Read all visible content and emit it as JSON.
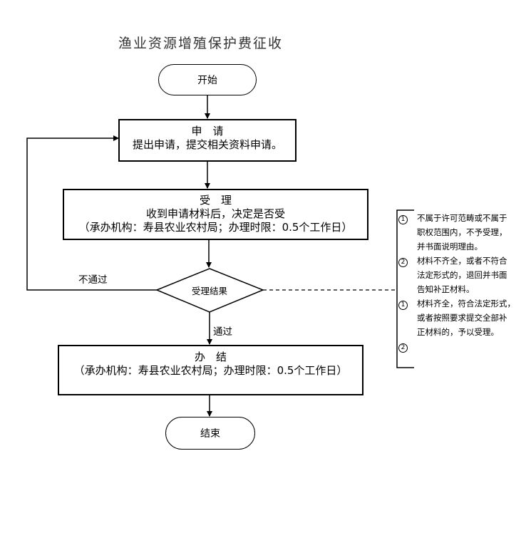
{
  "title": "渔业资源增殖保护费征收",
  "start": "开始",
  "apply": {
    "heading": "申　请",
    "text": "提出申请，提交相关资料申请。"
  },
  "accept": {
    "heading": "受　理",
    "line1": "收到申请材料后，决定是否受",
    "line2": "（承办机构：寿县农业农村局；办理时限：0.5个工作日）"
  },
  "decision": "受理结果",
  "fail_label": "不通过",
  "pass_label": "通过",
  "handle": {
    "heading": "办　结",
    "text": "（承办机构：寿县农业农村局；办理时限：0.5个工作日）"
  },
  "end": "结束",
  "notes": [
    {
      "num": "1",
      "lines": [
        "不属于许可范畴或不属于",
        "职权范围内，不予受理，",
        "并书面说明理由。"
      ]
    },
    {
      "num": "2",
      "lines": [
        "材料不齐全，或者不符合",
        "法定形式的，退回并书面",
        "告知补正材料。"
      ]
    },
    {
      "num": "1",
      "lines": [
        "材料齐全，符合法定形式，",
        "或者按照要求提交全部补",
        "正材料的，予以受理。"
      ]
    },
    {
      "num": "2",
      "lines": [
        ""
      ]
    }
  ]
}
